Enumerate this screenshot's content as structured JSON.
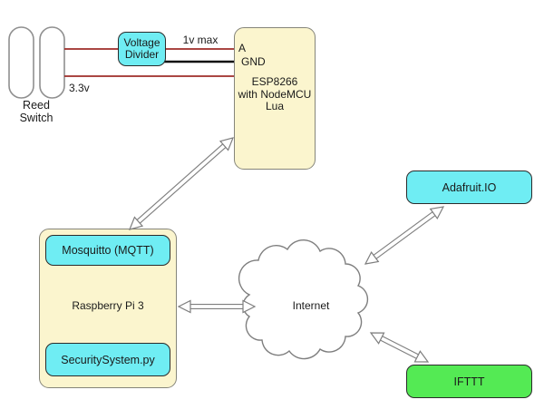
{
  "diagram": {
    "reed_switch": {
      "label_lines": [
        "Reed",
        "Switch"
      ]
    },
    "voltage_divider": {
      "label": "Voltage Divider"
    },
    "wire_labels": {
      "analog": "1v max",
      "power": "3.3v"
    },
    "esp8266": {
      "pin_a": "A",
      "pin_gnd": "GND",
      "label_lines": [
        "ESP8266",
        "with NodeMCU",
        "Lua"
      ]
    },
    "raspberry_pi": {
      "label": "Raspberry Pi 3",
      "mosquitto": "Mosquitto (MQTT)",
      "security_system": "SecuritySystem.py"
    },
    "internet_cloud": {
      "label": "Internet"
    },
    "adafruit": {
      "label": "Adafruit.IO"
    },
    "ifttt": {
      "label": "IFTTT"
    }
  },
  "colors": {
    "box_yellow": "#FBF5CE",
    "box_cyan": "#6FEDF3",
    "box_green": "#54EA54",
    "wire_red": "#9E2B28",
    "wire_black": "#111111",
    "outline_gray": "#7E7E7E"
  }
}
